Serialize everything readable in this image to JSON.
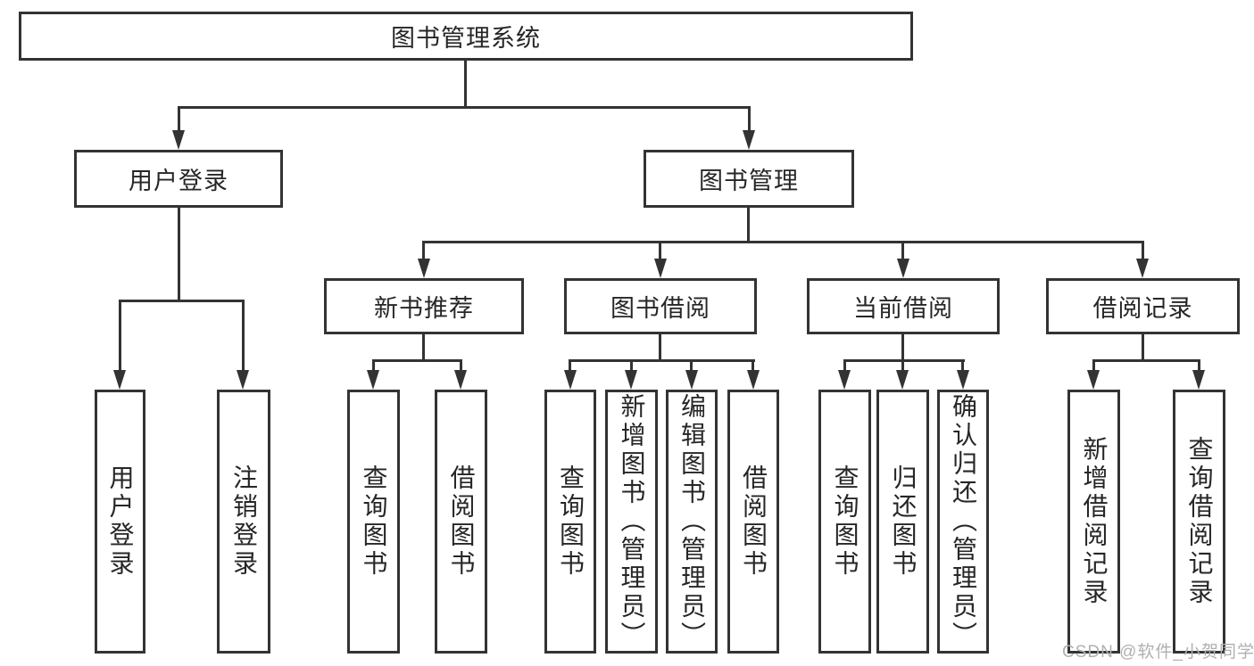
{
  "diagram": {
    "root": {
      "label": "图书管理系统",
      "children": [
        {
          "label": "用户登录",
          "children": [
            {
              "label": "用户登录"
            },
            {
              "label": "注销登录"
            }
          ]
        },
        {
          "label": "图书管理",
          "children": [
            {
              "label": "新书推荐",
              "children": [
                {
                  "label": "查询图书"
                },
                {
                  "label": "借阅图书"
                }
              ]
            },
            {
              "label": "图书借阅",
              "children": [
                {
                  "label": "查询图书"
                },
                {
                  "label": "新增图书（管理员）"
                },
                {
                  "label": "编辑图书（管理员）"
                },
                {
                  "label": "借阅图书"
                }
              ]
            },
            {
              "label": "当前借阅",
              "children": [
                {
                  "label": "查询图书"
                },
                {
                  "label": "归还图书"
                },
                {
                  "label": "确认归还（管理员）"
                }
              ]
            },
            {
              "label": "借阅记录",
              "children": [
                {
                  "label": "新增借阅记录"
                },
                {
                  "label": "查询借阅记录"
                }
              ]
            }
          ]
        }
      ]
    }
  },
  "colors": {
    "line": "#333333",
    "node_border": "#333333",
    "node_text": "#262626",
    "node_fill": "#ffffff",
    "watermark": "#b0b0b0",
    "background": "#ffffff"
  },
  "watermark": {
    "text": "CSDN @软件_小贺同学"
  }
}
